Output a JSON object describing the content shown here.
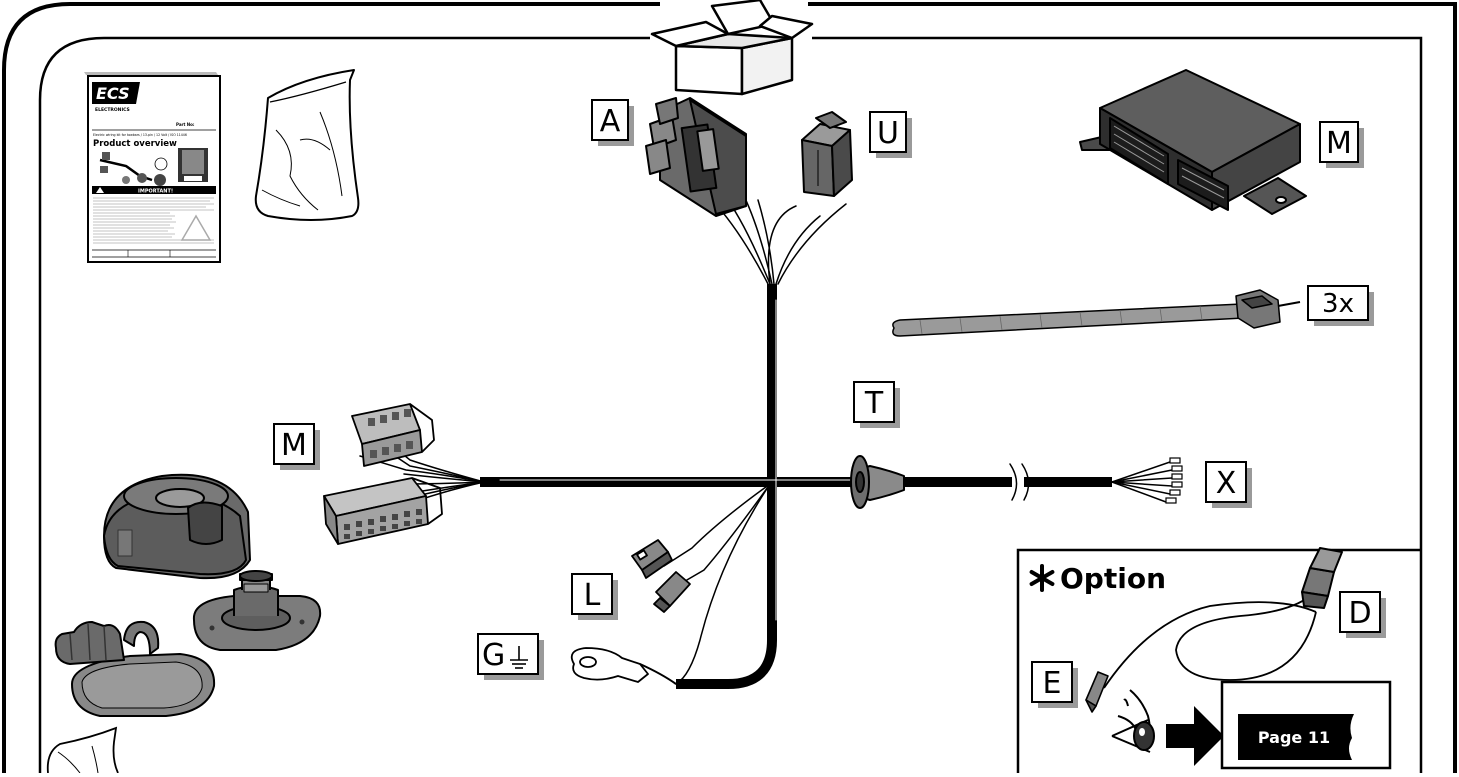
{
  "labels": {
    "a": "A",
    "u": "U",
    "m_module": "M",
    "qty_ties": "3x",
    "t": "T",
    "m_connectors": "M",
    "x": "X",
    "l": "L",
    "g": "G"
  },
  "option_box": {
    "title": "Option",
    "d": "D",
    "e": "E",
    "page_ref": "Page 11"
  },
  "manual": {
    "brand": "ECS",
    "brand_sub": "ELECTRONICS",
    "part_no": "Part No: ",
    "subtitle": "Electric wiring kit for towbars / 13-pin / 12 Volt / ISO 11446",
    "heading": "Product overview",
    "warning": "IMPORTANT!"
  },
  "colors": {
    "line": "#000000",
    "part_grey": "#6e6e6e",
    "part_dark": "#3a3a3a",
    "label_shadow": "#9a9a9a"
  }
}
